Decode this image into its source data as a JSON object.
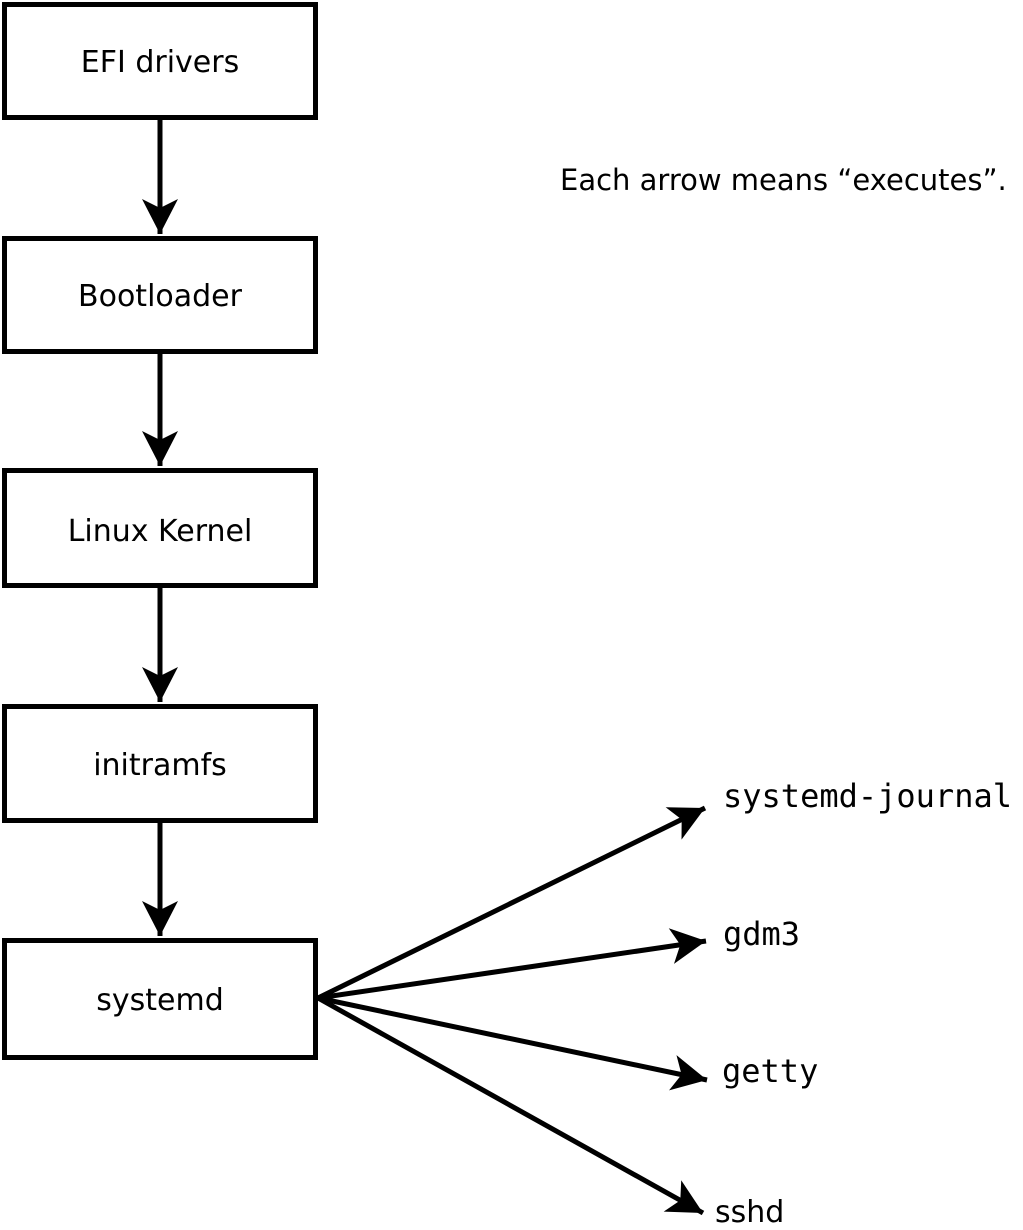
{
  "annotation": "Each arrow means “executes”.",
  "chain": [
    {
      "label": "EFI drivers"
    },
    {
      "label": "Bootloader"
    },
    {
      "label": "Linux Kernel"
    },
    {
      "label": "initramfs"
    },
    {
      "label": "systemd"
    }
  ],
  "spawned": [
    {
      "label": "systemd-journal"
    },
    {
      "label": "gdm3"
    },
    {
      "label": "getty"
    },
    {
      "label": "sshd"
    }
  ],
  "colors": {
    "line": "#000000",
    "box_fill": "#ffffff",
    "text": "#000000",
    "background": "#ffffff"
  }
}
